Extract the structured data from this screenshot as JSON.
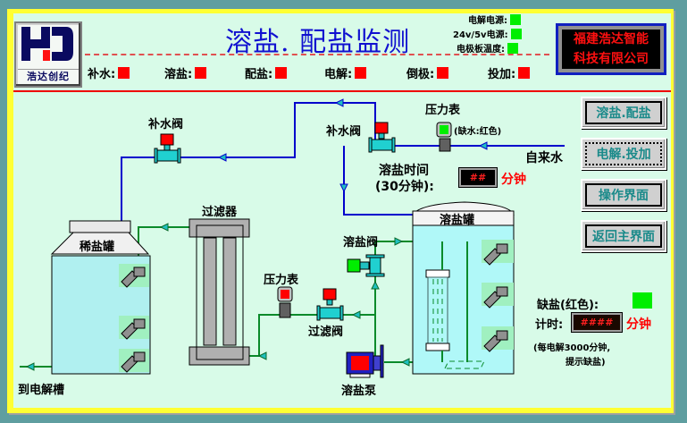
{
  "header": {
    "title": "溶盐. 配盐监测",
    "logo_text": "浩达创纪",
    "company_lines": [
      "福建浩达智能",
      "科技有限公司"
    ]
  },
  "power_status": [
    {
      "label": "电解电源:",
      "state": "on",
      "color": "#00ee00"
    },
    {
      "label": "24v/5v电源:",
      "state": "on",
      "color": "#00ee00"
    },
    {
      "label": "电极板温度:",
      "state": "on",
      "color": "#00ee00"
    }
  ],
  "process_status": [
    {
      "label": "补水:",
      "state": "off",
      "color": "#ff0000"
    },
    {
      "label": "溶盐:",
      "state": "off",
      "color": "#ff0000"
    },
    {
      "label": "配盐:",
      "state": "off",
      "color": "#ff0000"
    },
    {
      "label": "电解:",
      "state": "off",
      "color": "#ff0000"
    },
    {
      "label": "倒极:",
      "state": "off",
      "color": "#ff0000"
    },
    {
      "label": "投加:",
      "state": "off",
      "color": "#ff0000"
    }
  ],
  "nav": [
    {
      "label": "溶盐.配盐"
    },
    {
      "label": "电解.投加"
    },
    {
      "label": "操作界面"
    },
    {
      "label": "返回主界面"
    }
  ],
  "diagram": {
    "makeup_valve_1": "补水阀",
    "makeup_valve_2": "补水阀",
    "pressure_gauge_top": "压力表",
    "water_shortage_note": "(缺水:红色)",
    "tap_water": "自来水",
    "dissolve_time_label_1": "溶盐时间",
    "dissolve_time_label_2": "(30分钟):",
    "dissolve_time_value": "##",
    "minutes_unit": "分钟",
    "dilute_tank": "稀盐罐",
    "filter": "过滤器",
    "dissolve_tank": "溶盐罐",
    "dissolve_valve": "溶盐阀",
    "pressure_gauge_bottom": "压力表",
    "filter_valve": "过滤阀",
    "dissolve_pump": "溶盐泵",
    "to_electrolysis": "到电解槽"
  },
  "salt_alarm": {
    "label": "缺盐(红色):",
    "state_color": "#00ee00",
    "timer_label": "计时:",
    "timer_value": "####",
    "timer_unit": "分钟",
    "note_1": "(每电解3000分钟,",
    "note_2": "提示缺盐)"
  },
  "colors": {
    "water_line": "#0000cc",
    "brine_line": "#0a8a2a",
    "valve_cyan": "#20d0d0",
    "alarm_red": "#ff0000",
    "ok_green": "#00ee00"
  }
}
